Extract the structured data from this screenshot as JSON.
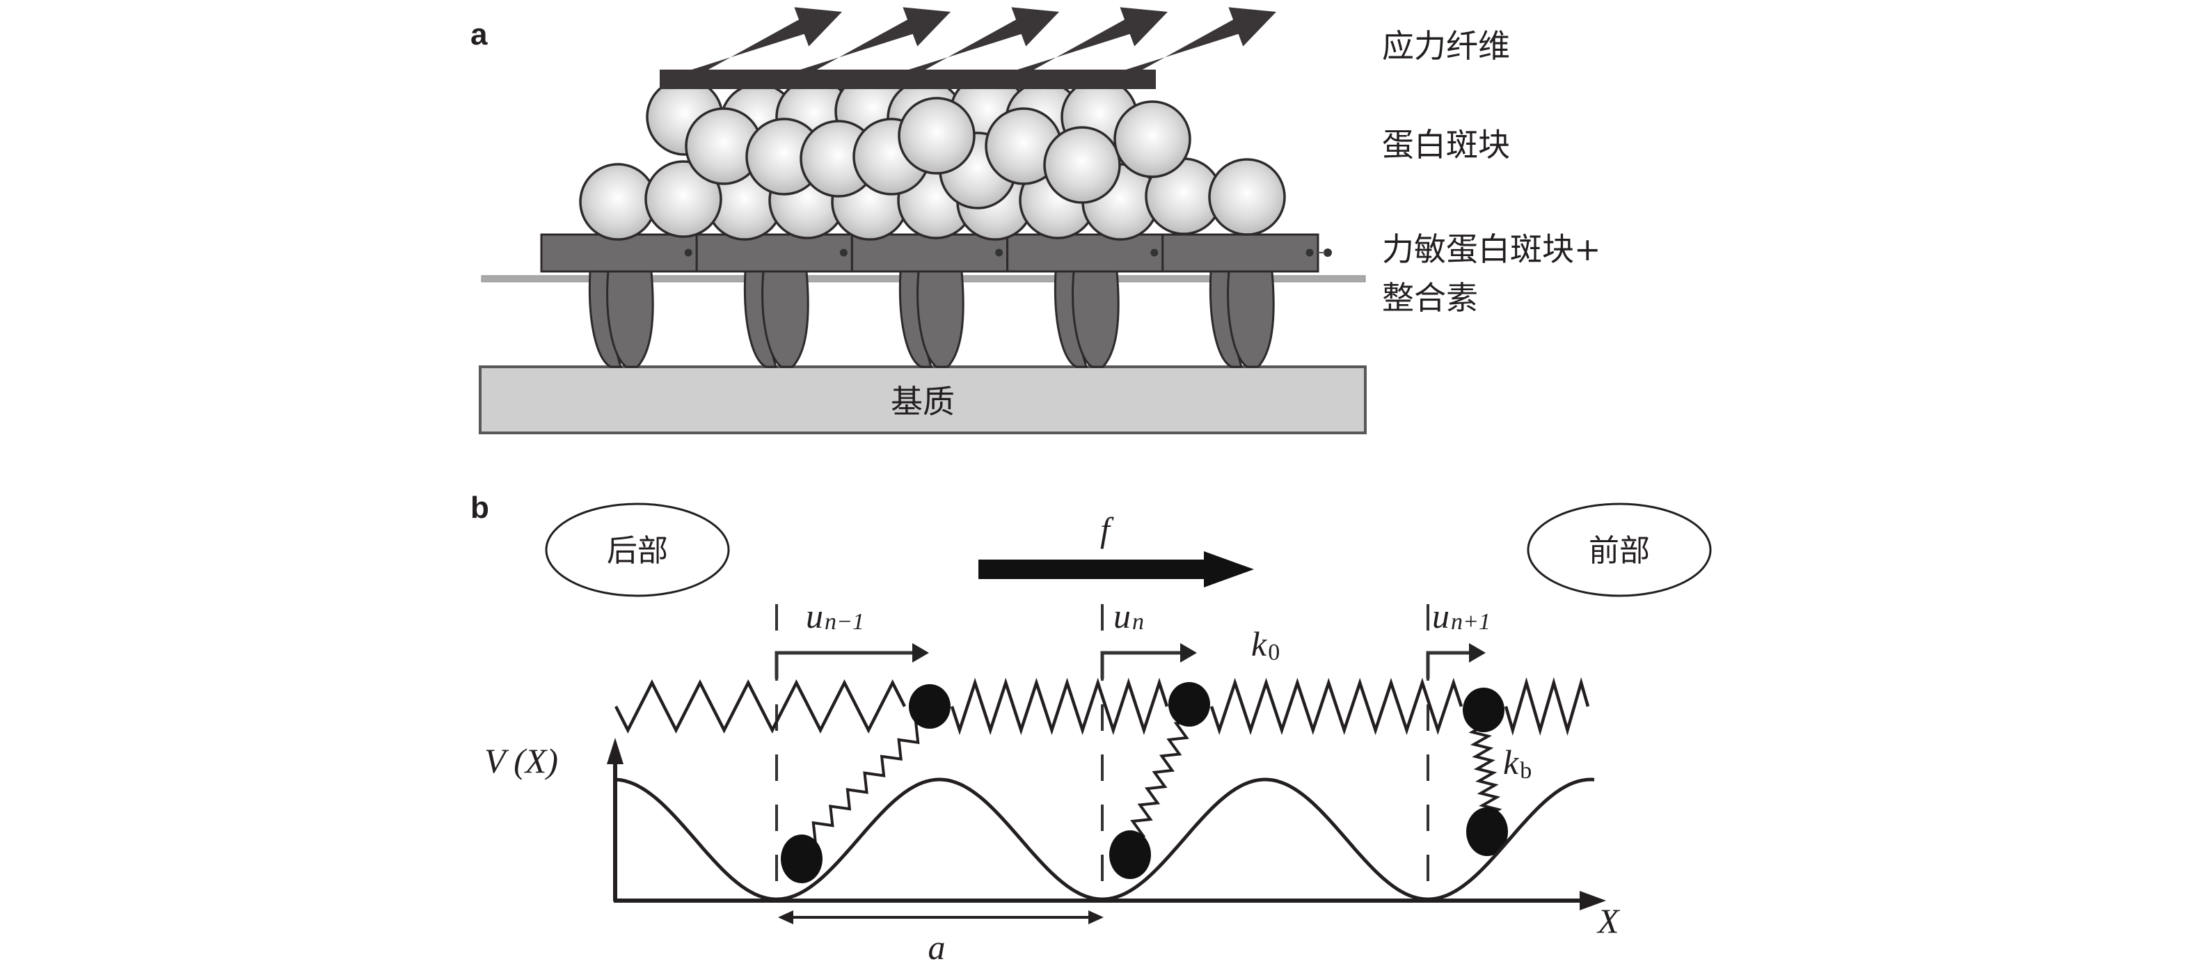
{
  "figure": {
    "panel_a": {
      "label": "a",
      "legend": {
        "stress_fiber": "应力纤维",
        "protein_plaque": "蛋白斑块",
        "mechanosensitive_line1": "力敏蛋白斑块+",
        "mechanosensitive_line2": "整合素"
      },
      "substrate_label": "基质",
      "force_arrow_count": 5,
      "adhesion_segment_count": 5,
      "integrin_count": 5,
      "colors": {
        "stress_fiber": "#3a3536",
        "plate": "#6d6b6c",
        "sphere_fill": "#d6d6d6",
        "sphere_highlight": "#ffffff",
        "substrate": "#cfcfcf",
        "outline": "#2e2a2b"
      }
    },
    "panel_b": {
      "label": "b",
      "rear_label": "后部",
      "front_label": "前部",
      "force_label": "f",
      "displacements": [
        {
          "base": "u",
          "sub": "n−1"
        },
        {
          "base": "u",
          "sub": "n"
        },
        {
          "base": "u",
          "sub": "n+1"
        }
      ],
      "spring_k0": {
        "base": "k",
        "sub": "0"
      },
      "spring_kb": {
        "base": "k",
        "sub": "b"
      },
      "y_axis_label": "V (X)",
      "x_axis_label": "X",
      "period_label": "a",
      "site_count": 3,
      "colors": {
        "ink": "#231f20"
      }
    }
  }
}
